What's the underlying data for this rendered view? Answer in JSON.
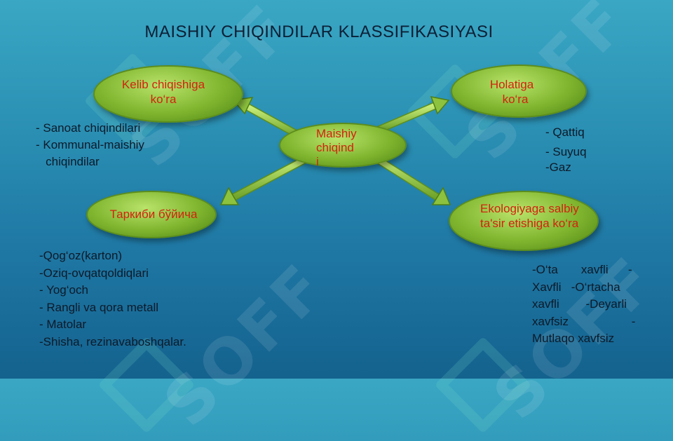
{
  "title": "MAISHIY CHIQINDILAR KLASSIFIKASIYASI",
  "center": {
    "text": [
      "Maishiy",
      "chiqind",
      "i"
    ]
  },
  "nodes": {
    "top_left": {
      "line1": "Kelib chiqishiga",
      "line2": "ko‘ra"
    },
    "top_right": {
      "line1": "Holatiga",
      "line2": "ko‘ra"
    },
    "bottom_left": {
      "line1": "Таркиби бўйича"
    },
    "bottom_right": {
      "line1": "Ekologiyaga salbiy",
      "line2": "ta'sir etishiga ko‘ra"
    }
  },
  "lists": {
    "top_left": [
      "- Sanoat chiqindilari",
      "- Kommunal-maishiy",
      "   chiqindilar"
    ],
    "top_right": [
      "- Qattiq",
      "- Suyuq",
      "-Gaz"
    ],
    "bottom_left": [
      "-Qog‘oz(karton)",
      "-Oziq-ovqatqoldiqlari",
      "- Yog‘och",
      "- Rangli va qora metall",
      "- Matolar",
      "-Shisha, rezinavaboshqalar."
    ],
    "bottom_right": [
      "-O‘ta       xavfli      -",
      "Xavfli   -O‘rtacha",
      "xavfli        -Deyarli",
      "xavfsiz                   -",
      "Mutlaqo xavfsiz"
    ]
  },
  "watermark": "SOFF",
  "colors": {
    "oval_text": "#d2230f",
    "oval_fill": "#8bc03a",
    "background": "#2a8fb3"
  }
}
